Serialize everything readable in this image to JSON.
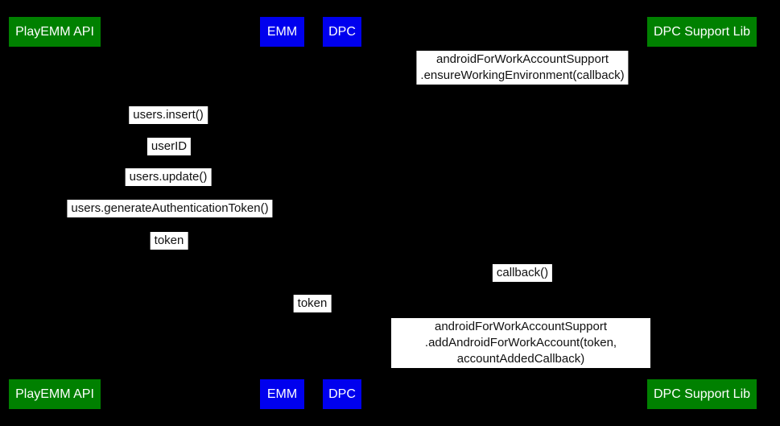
{
  "diagram": {
    "kind": "sequence-diagram",
    "colors": {
      "background": "#000000",
      "actor_green": "#008000",
      "actor_blue": "#0000ee",
      "actor_text": "#ffffff",
      "message_background": "#ffffff",
      "message_text": "#111111"
    },
    "actors_top": [
      {
        "label": "PlayEMM API"
      },
      {
        "label": "EMM"
      },
      {
        "label": "DPC"
      },
      {
        "label": "DPC Support Lib"
      }
    ],
    "actors_bottom": [
      {
        "label": "PlayEMM API"
      },
      {
        "label": "EMM"
      },
      {
        "label": "DPC"
      },
      {
        "label": "DPC Support Lib"
      }
    ],
    "messages": [
      {
        "label": "androidForWorkAccountSupport\n.ensureWorkingEnvironment(callback)"
      },
      {
        "label": "users.insert()"
      },
      {
        "label": "userID"
      },
      {
        "label": "users.update()"
      },
      {
        "label": "users.generateAuthenticationToken()"
      },
      {
        "label": "token"
      },
      {
        "label": "callback()"
      },
      {
        "label": "token"
      },
      {
        "label": "androidForWorkAccountSupport\n.addAndroidForWorkAccount(token, accountAddedCallback)"
      }
    ]
  }
}
